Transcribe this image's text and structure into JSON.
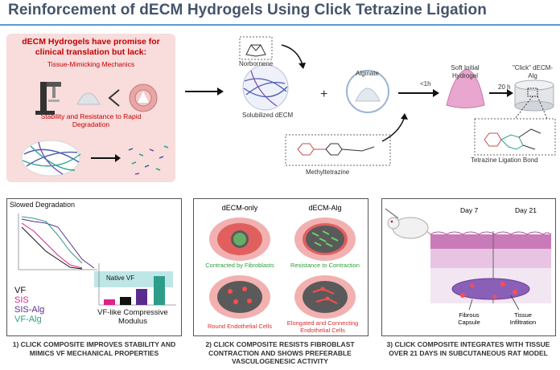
{
  "title": "Reinforcement of dECM Hydrogels Using Click Tetrazine Ligation",
  "problem": {
    "heading": "dECM Hydrogels have promise for clinical translation but lack:",
    "item1": "Tissue-Mimicking Mechanics",
    "item2": "Stability and Resistance to Rapid Degradation"
  },
  "synthesis": {
    "norbornene": "Norbornene",
    "solubilized": "Solubilized dECM",
    "alginate": "Alginate",
    "methyltetrazine": "Methyltetrazine",
    "time1": "<1h",
    "soft": "Soft Initial Hydrogel",
    "time2": "20 h",
    "click": "\"Click\" dECM-Alg",
    "bond": "Tetrazine Ligation Bond"
  },
  "panel1": {
    "title": "Slowed Degradation",
    "legend": [
      "VF",
      "SIS",
      "SIS-Alg",
      "VF-Alg"
    ],
    "legend_colors": [
      "#111111",
      "#e0218a",
      "#5b2c8f",
      "#2e9e8a"
    ],
    "native": "Native VF",
    "modulus_label": "VF-like Compressive Modulus",
    "caption": "1) CLICK COMPOSITE IMPROVES STABILITY AND MIMICS VF MECHANICAL PROPERTIES"
  },
  "panel2": {
    "col1": "dECM-only",
    "col2": "dECM-Alg",
    "l1": "Contracted by Fibroblasts",
    "l2": "Resistance to Contraction",
    "l3": "Round Endothelial Cells",
    "l4": "Elongated and Connecting Endothelial Cells",
    "caption": "2) CLICK COMPOSITE RESISTS FIBROBLAST CONTRACTION AND SHOWS PREFERABLE VASCULOGENESIC ACTIVITY"
  },
  "panel3": {
    "day7": "Day 7",
    "day21": "Day 21",
    "fibrous": "Fibrous Capsule",
    "infiltration": "Tissue Infiltration",
    "caption": "3) CLICK COMPOSITE INTEGRATES WITH TISSUE OVER 21 DAYS IN SUBCUTANEOUS RAT MODEL"
  }
}
